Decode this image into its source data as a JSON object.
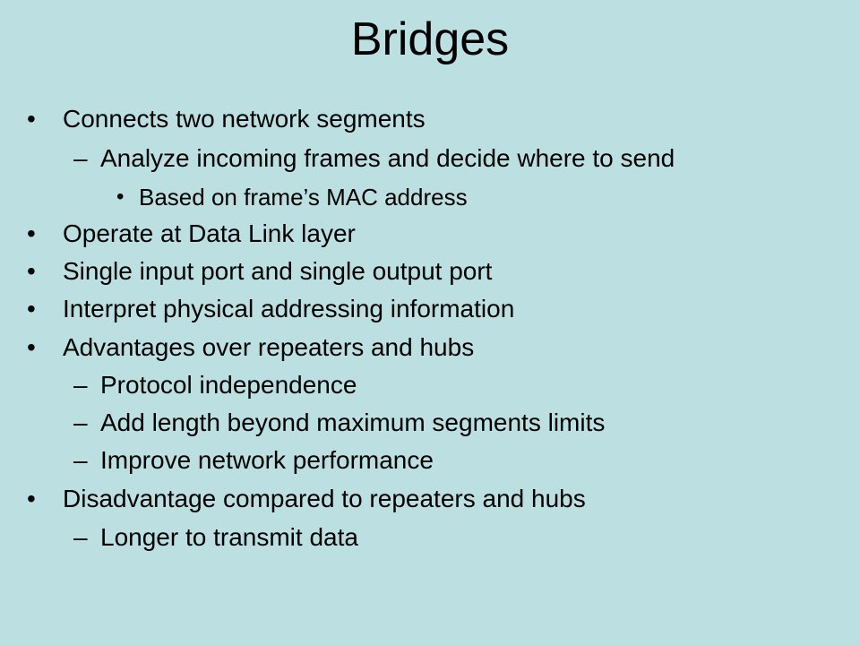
{
  "slide": {
    "title": "Bridges",
    "lines": [
      {
        "level": 1,
        "marker": "•",
        "text": "Connects two network segments"
      },
      {
        "level": 2,
        "marker": "–",
        "text": "Analyze incoming frames and decide where to send"
      },
      {
        "level": 3,
        "marker": "•",
        "text": "Based on frame’s MAC address"
      },
      {
        "level": 1,
        "marker": "•",
        "text": "Operate at Data Link layer"
      },
      {
        "level": 1,
        "marker": "•",
        "text": "Single input port and single output port"
      },
      {
        "level": 1,
        "marker": "•",
        "text": "Interpret physical addressing information"
      },
      {
        "level": 1,
        "marker": "•",
        "text": "Advantages over repeaters and hubs"
      },
      {
        "level": 2,
        "marker": "–",
        "text": "Protocol independence"
      },
      {
        "level": 2,
        "marker": "–",
        "text": "Add length beyond maximum segments limits"
      },
      {
        "level": 2,
        "marker": "–",
        "text": "Improve network performance"
      },
      {
        "level": 1,
        "marker": "•",
        "text": "Disadvantage compared to repeaters and hubs"
      },
      {
        "level": 2,
        "marker": "–",
        "text": "Longer to transmit data"
      }
    ]
  },
  "colors": {
    "background": "#bcdfe2",
    "text": "#000000"
  }
}
